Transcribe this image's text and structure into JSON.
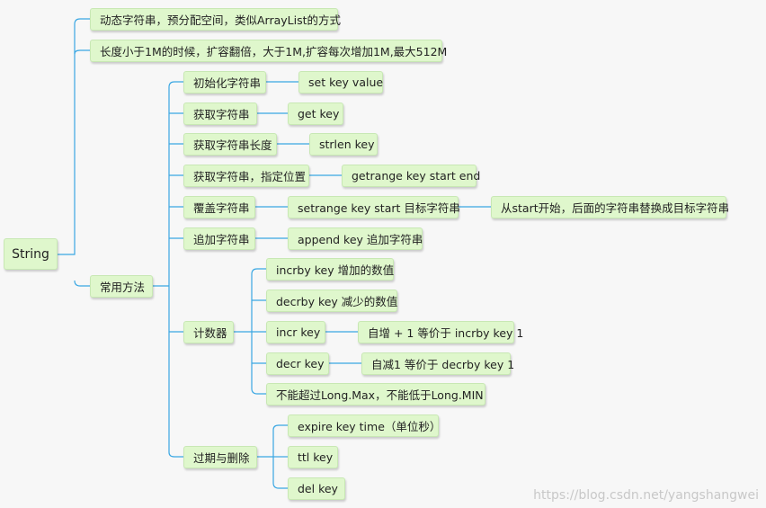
{
  "root": "String",
  "summary_notes": [
    "动态字符串，预分配空间，类似ArrayList的方式",
    "长度小于1M的时候，扩容翻倍，大于1M,扩容每次增加1M,最大512M"
  ],
  "methods": {
    "label": "常用方法",
    "init": {
      "label": "初始化字符串",
      "command": "set key value"
    },
    "get": {
      "label": "获取字符串",
      "command": "get key"
    },
    "strlen": {
      "label": "获取字符串长度",
      "command": "strlen key"
    },
    "getrange": {
      "label": "获取字符串，指定位置",
      "command": "getrange key start end"
    },
    "setrange": {
      "label": "覆盖字符串",
      "command": "setrange key start  目标字符串",
      "note": "从start开始，后面的字符串替换成目标字符串"
    },
    "append": {
      "label": "追加字符串",
      "command": "append key 追加字符串"
    },
    "counter": {
      "label": "计数器",
      "incrby": "incrby key 增加的数值",
      "decrby": "decrby key 减少的数值",
      "incr": {
        "command": "incr key",
        "note": "自增 + 1 等价于 incrby key 1"
      },
      "decr": {
        "command": "decr key",
        "note": "自减1 等价于 decrby key 1"
      },
      "limit": "不能超过Long.Max，不能低于Long.MIN"
    },
    "expire": {
      "label": "过期与删除",
      "expire_cmd": "expire key time（单位秒）",
      "ttl_cmd": "ttl key",
      "del_cmd": "del key"
    }
  },
  "watermark": "https://blog.csdn.net/yangshangwei",
  "colors": {
    "line": "#3aa7e3",
    "node_bg": "#dff7cc",
    "background": "#f7f7f7"
  }
}
